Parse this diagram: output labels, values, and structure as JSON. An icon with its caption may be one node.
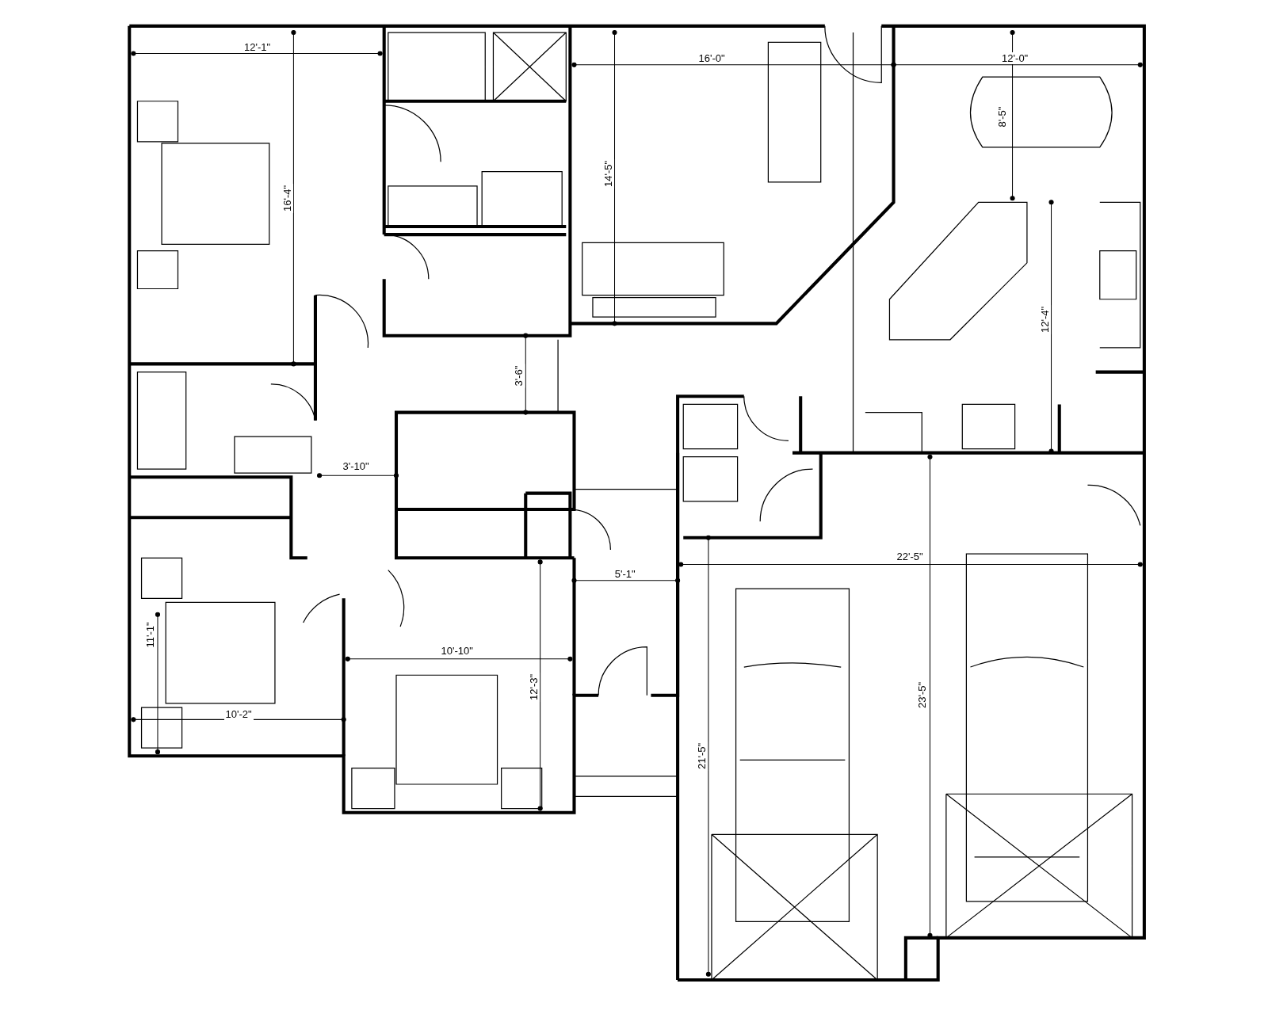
{
  "diagram": {
    "labels": [
      "12'-1\"",
      "16'-0\"",
      "12'-0\"",
      "8'-5\"",
      "14'-5\"",
      "16'-4\"",
      "12'-4\"",
      "3'-6\"",
      "3'-10\"",
      "22'-5\"",
      "5'-1\"",
      "11'-1\"",
      "10'-10\"",
      "12'-3\"",
      "23'-5\"",
      "10'-2\"",
      "21'-5\""
    ]
  }
}
